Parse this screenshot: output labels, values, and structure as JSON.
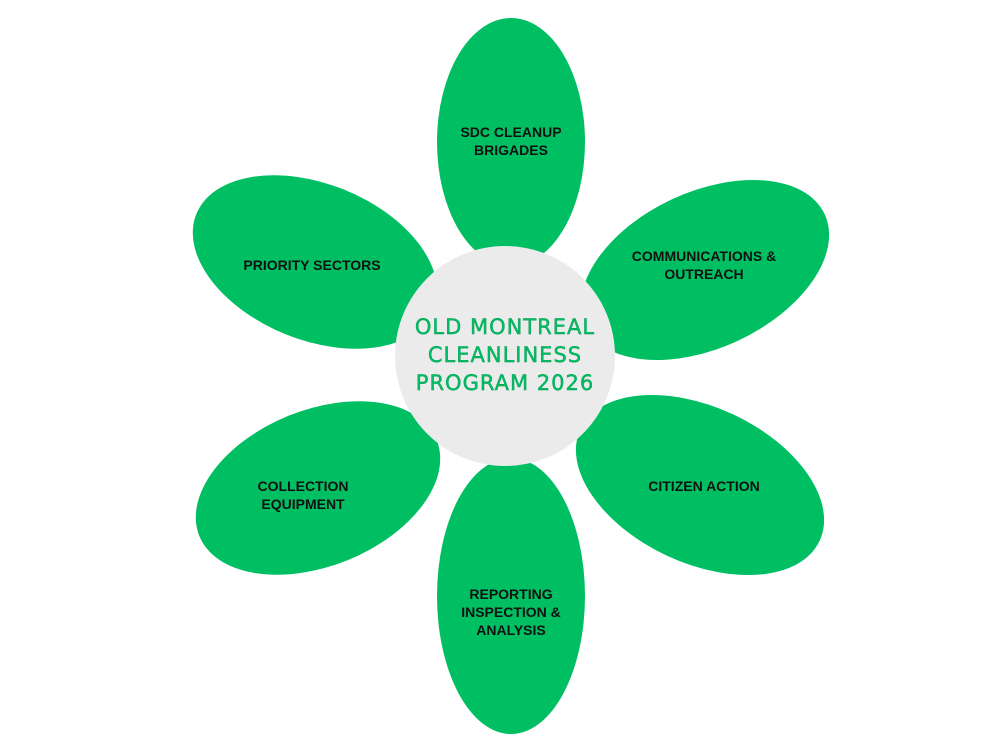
{
  "title": "OLD MONTREAL\nCLEANLINESS\nPROGRAM 2026",
  "petals": [
    {
      "label": "SDC CLEANUP\nBRIGADES"
    },
    {
      "label": "COMMUNICATIONS &\nOUTREACH"
    },
    {
      "label": "CITIZEN ACTION"
    },
    {
      "label": "REPORTING\nINSPECTION &\nANALYSIS"
    },
    {
      "label": "COLLECTION\nEQUIPMENT"
    },
    {
      "label": "PRIORITY SECTORS"
    }
  ],
  "colors": {
    "petal": "#00BF63",
    "center": "#EBEBEB"
  }
}
